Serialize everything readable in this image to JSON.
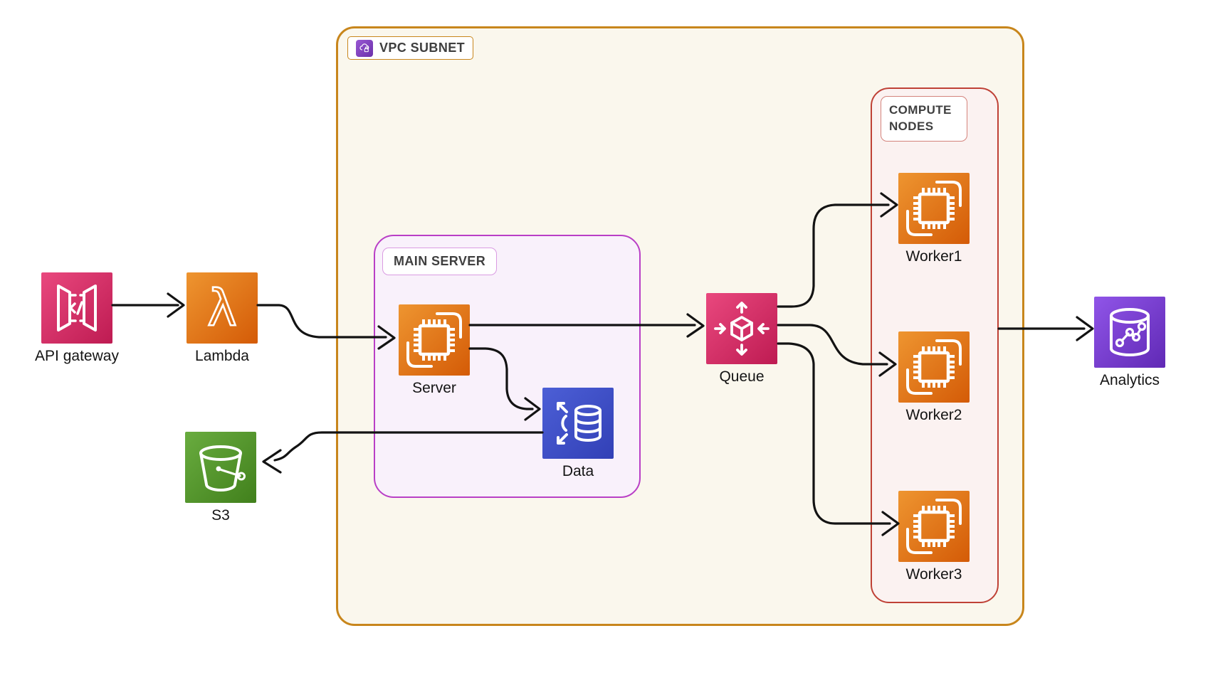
{
  "diagram": {
    "groups": {
      "vpc": {
        "label": "VPC SUBNET",
        "icon": "vpc-cloud-icon",
        "border_color": "#C8861C",
        "fill_color": "#FAF7ED"
      },
      "main": {
        "label": "MAIN SERVER",
        "border_color": "#B93FC6",
        "fill_color": "#F9F1FB"
      },
      "compute": {
        "label": "COMPUTE NODES",
        "border_color": "#BF4136",
        "fill_color": "#FBF2F1"
      }
    },
    "nodes": {
      "api_gateway": {
        "label": "API gateway",
        "icon": "api-gateway-icon",
        "color": "pink"
      },
      "lambda": {
        "label": "Lambda",
        "icon": "lambda-icon",
        "color": "orange"
      },
      "server": {
        "label": "Server",
        "icon": "server-chip-icon",
        "color": "orange"
      },
      "data": {
        "label": "Data",
        "icon": "database-scale-icon",
        "color": "blue"
      },
      "queue": {
        "label": "Queue",
        "icon": "queue-cube-icon",
        "color": "pink"
      },
      "s3": {
        "label": "S3",
        "icon": "s3-bucket-icon",
        "color": "green"
      },
      "analytics": {
        "label": "Analytics",
        "icon": "analytics-cylinder-icon",
        "color": "purple"
      }
    },
    "workers": [
      {
        "label": "Worker1",
        "icon": "server-chip-icon",
        "color": "orange"
      },
      {
        "label": "Worker2",
        "icon": "server-chip-icon",
        "color": "orange"
      },
      {
        "label": "Worker3",
        "icon": "server-chip-icon",
        "color": "orange"
      }
    ],
    "edges": [
      {
        "from": "api_gateway",
        "to": "lambda"
      },
      {
        "from": "lambda",
        "to": "server"
      },
      {
        "from": "server",
        "to": "queue"
      },
      {
        "from": "server",
        "to": "data"
      },
      {
        "from": "data",
        "to": "s3"
      },
      {
        "from": "queue",
        "to": "worker1"
      },
      {
        "from": "queue",
        "to": "worker2"
      },
      {
        "from": "queue",
        "to": "worker3"
      },
      {
        "from": "compute",
        "to": "analytics"
      }
    ],
    "colors": {
      "arrow": "#131313",
      "pink_gradient": [
        "#E9487E",
        "#BE1B52"
      ],
      "orange_gradient": [
        "#EE9530",
        "#D45B07"
      ],
      "blue_gradient": [
        "#4C5FD6",
        "#3240B6"
      ],
      "green_gradient": [
        "#69AC3F",
        "#41801C"
      ],
      "purple_gradient": [
        "#9055E8",
        "#6029B5"
      ]
    }
  }
}
